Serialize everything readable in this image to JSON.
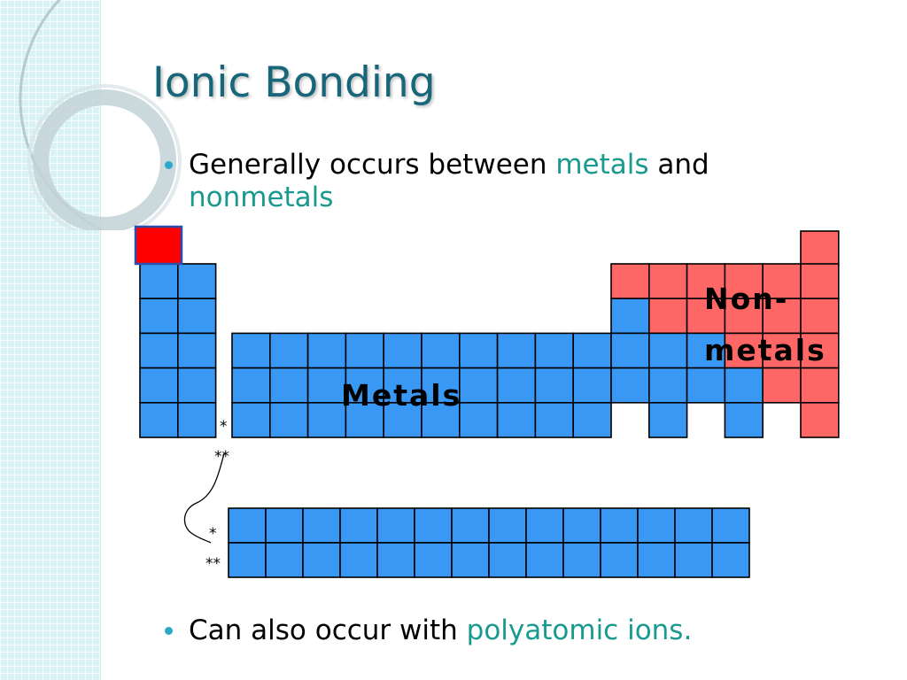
{
  "slide": {
    "title": "Ionic Bonding",
    "bullet1": {
      "before": "Generally occurs between ",
      "hl1": "metals",
      "mid": " and ",
      "hl2": "nonmetals"
    },
    "bullet2": {
      "before": "Can also occur with ",
      "hl": "polyatomic ions."
    },
    "table_labels": {
      "metals": "Metals",
      "nonmetals_line1": "Non-",
      "nonmetals_line2": "metals",
      "star_single": "*",
      "star_double": "**"
    }
  },
  "colors": {
    "metal": "#3a98f5",
    "nonmetal": "#ff6767",
    "hydrogen": "#ff0000",
    "title": "#17667a",
    "highlight": "#1a9a8f"
  }
}
